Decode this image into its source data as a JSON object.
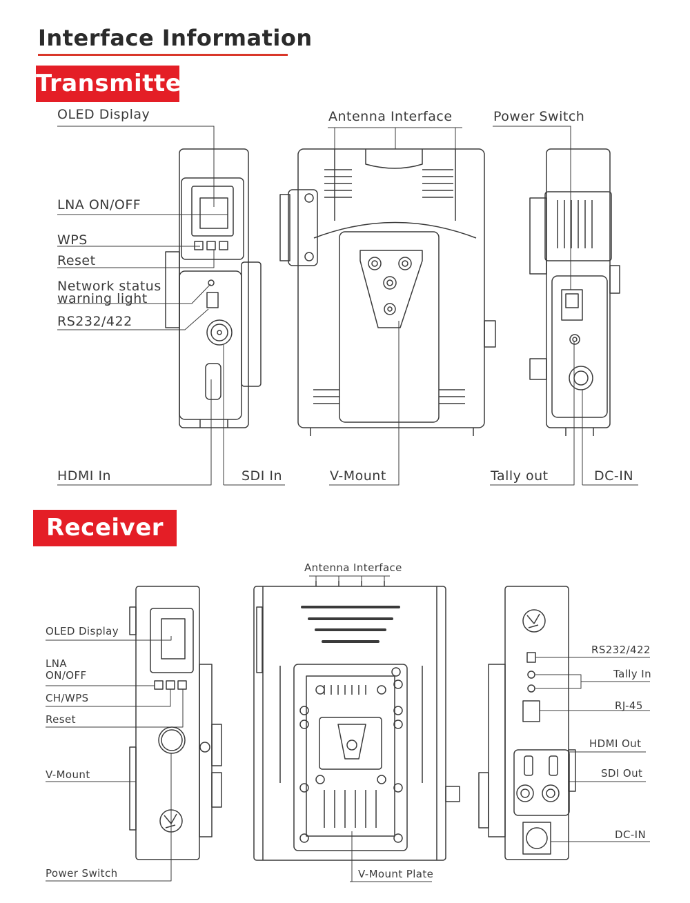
{
  "title": "Interface Information",
  "colors": {
    "accent": "#e41e26",
    "title_rule": "#d9372a",
    "line": "#3a3a3a"
  },
  "transmitter": {
    "badge": "Transmitter",
    "labels": {
      "oled_display": "OLED Display",
      "antenna_interface": "Antenna Interface",
      "power_switch": "Power Switch",
      "lna_on_off": "LNA ON/OFF",
      "wps": "WPS",
      "reset": "Reset",
      "network_status_1": "Network status",
      "network_status_2": "warning light",
      "rs232": "RS232/422",
      "hdmi_in": "HDMI In",
      "sdi_in": "SDI In",
      "v_mount": "V-Mount",
      "tally_out": "Tally out",
      "dc_in": "DC-IN"
    }
  },
  "receiver": {
    "badge": "Receiver",
    "labels": {
      "antenna_interface": "Antenna Interface",
      "oled_display": "OLED Display",
      "lna_1": "LNA",
      "lna_2": "ON/OFF",
      "ch_wps": "CH/WPS",
      "reset": "Reset",
      "v_mount": "V-Mount",
      "power_switch": "Power Switch",
      "rs232": "RS232/422",
      "tally_in": "Tally In",
      "rj45": "RJ-45",
      "hdmi_out": "HDMI Out",
      "sdi_out": "SDI Out",
      "dc_in": "DC-IN",
      "v_mount_plate": "V-Mount Plate"
    }
  }
}
